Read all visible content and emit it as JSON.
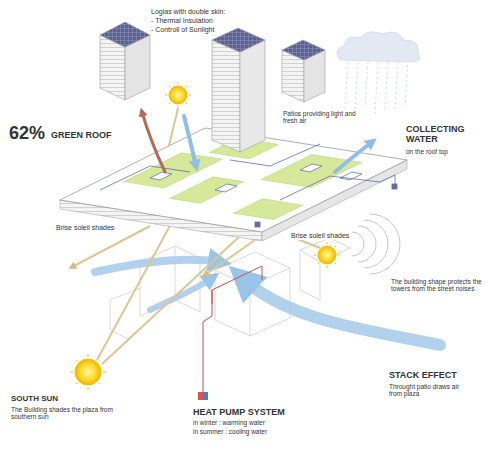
{
  "diagram": {
    "labels": [
      "Logias with double skin:",
      "- Thermal Insulation",
      "- Controll of Sunlight",
      "62%",
      "GREEN ROOF",
      "Patios providing light and fresh air",
      "COLLECTING WATER",
      "on the roof top",
      "Brise soleil shades",
      "Brise soleil shades",
      "The building shape protects the towers from the street noises",
      "STACK EFFECT",
      "Throught patio draws air from plaza",
      "SOUTH SUN",
      "The Building shades the plaza from southern sun",
      "HEAT PUMP SYSTEM",
      "in winter : warming water",
      "in summer : cooling water"
    ]
  }
}
